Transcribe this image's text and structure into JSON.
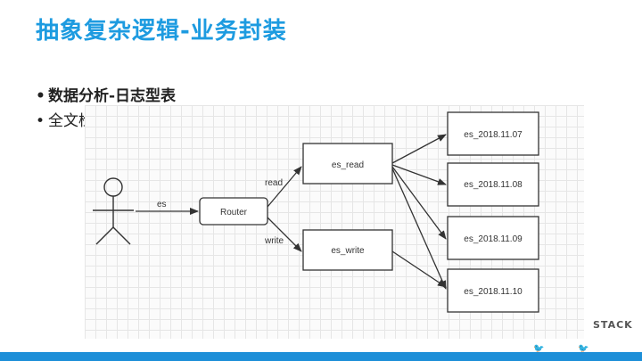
{
  "title": "抽象复杂逻辑-业务封装",
  "bullets": [
    {
      "text": "数据分析-日志型表"
    },
    {
      "text": "全文检索-别名表"
    }
  ],
  "bullet_glyph": "•",
  "diagram": {
    "actor_edge_label": "es",
    "router_label": "Router",
    "read_edge_label": "read",
    "write_edge_label": "write",
    "read_node": "es_read",
    "write_node": "es_write",
    "indices": [
      "es_2018.11.07",
      "es_2018.11.08",
      "es_2018.11.09",
      "es_2018.11.10"
    ]
  },
  "brand": "STACK",
  "colors": {
    "title": "#1d9be0",
    "footer": "#1d8fd8"
  }
}
